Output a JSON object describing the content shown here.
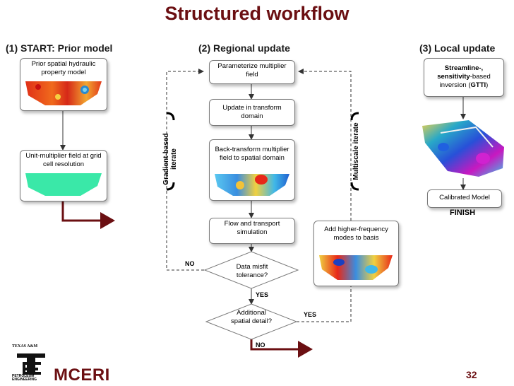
{
  "title": "Structured workflow",
  "columns": {
    "start": "(1) START: Prior model",
    "regional": "(2) Regional update",
    "local": "(3) Local update"
  },
  "boxes": {
    "prior": "Prior spatial hydraulic property model",
    "unit_multiplier": "Unit-multiplier field at grid cell resolution",
    "parameterize": "Parameterize multiplier field",
    "update_transform": "Update in transform domain",
    "back_transform": "Back-transform multiplier field to spatial domain",
    "flow_transport": "Flow and transport simulation",
    "add_modes": "Add higher-frequency modes to basis",
    "streamline_part1": "Streamline-,",
    "streamline_part2": "sensitivity",
    "streamline_part3": "-based inversion (",
    "streamline_part4": "GTTI",
    "streamline_part5": ")",
    "calibrated": "Calibrated Model"
  },
  "decisions": {
    "misfit": "Data misfit tolerance?",
    "detail": "Additional spatial detail?"
  },
  "labels": {
    "gradient_iterate_1": "Gradient-based",
    "gradient_iterate_2": "iterate",
    "multiscale_iterate": "Multiscale iterate",
    "no_misfit": "NO",
    "yes_misfit": "YES",
    "yes_detail": "YES",
    "no_detail": "NO",
    "finish": "FINISH"
  },
  "footer": {
    "org": "MCERI",
    "page": "32",
    "logo_top": "TEXAS A&M",
    "logo_bottom1": "PETROLEUM",
    "logo_bottom2": "ENGINEERING"
  },
  "colors": {
    "title": "#6b0f12",
    "arrow_dark": "#6b0f12"
  }
}
